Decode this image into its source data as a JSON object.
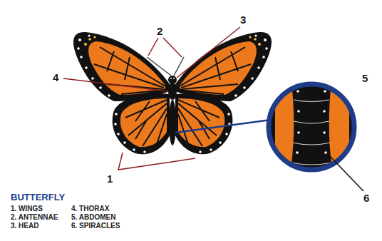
{
  "diagram": {
    "title": "BUTTERFLY",
    "labels": [
      "1. WINGS",
      "2. ANTENNAE",
      "3. HEAD",
      "4. THORAX",
      "5. ABDOMEN",
      "6. SPIRACLES",
      "2",
      "3",
      "4",
      "5",
      "1",
      "6"
    ]
  }
}
